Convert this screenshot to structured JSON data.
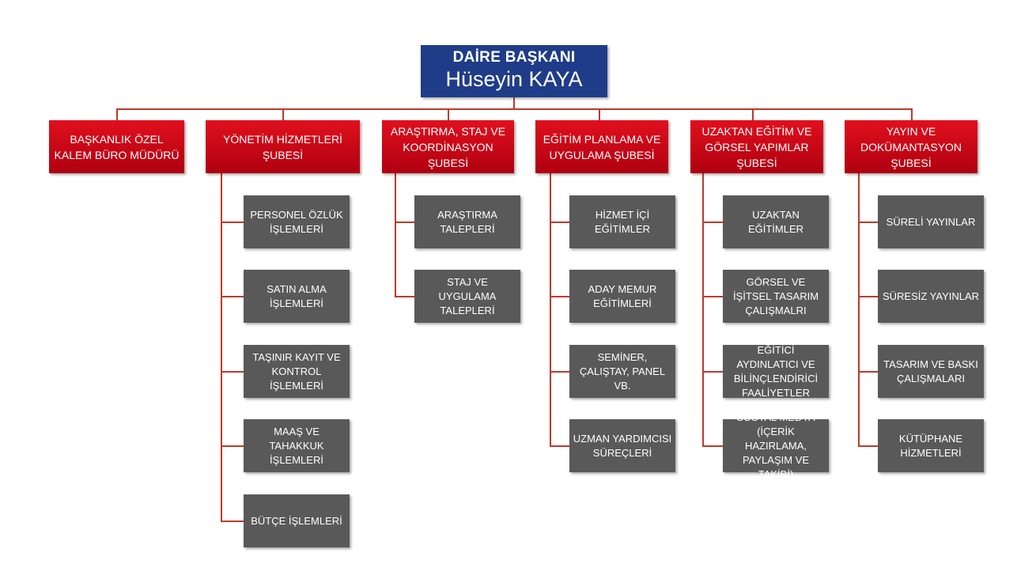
{
  "head": {
    "role": "DAİRE BAŞKANI",
    "name": "Hüseyin KAYA"
  },
  "departments": [
    {
      "label": "BAŞKANLIK ÖZEL KALEM BÜRO MÜDÜRÜ",
      "units": []
    },
    {
      "label": "YÖNETİM HİZMETLERİ ŞUBESİ",
      "units": [
        "PERSONEL ÖZLÜK İŞLEMLERİ",
        "SATIN ALMA İŞLEMLERİ",
        "TAŞINIR KAYIT VE KONTROL İŞLEMLERİ",
        "MAAŞ VE TAHAKKUK İŞLEMLERİ",
        "BÜTÇE İŞLEMLERİ"
      ]
    },
    {
      "label": "ARAŞTIRMA, STAJ VE KOORDİNASYON ŞUBESİ",
      "units": [
        "ARAŞTIRMA TALEPLERİ",
        "STAJ VE UYGULAMA TALEPLERİ"
      ]
    },
    {
      "label": "EĞİTİM PLANLAMA VE UYGULAMA ŞUBESİ",
      "units": [
        "HİZMET İÇİ EĞİTİMLER",
        "ADAY MEMUR EĞİTİMLERİ",
        "SEMİNER, ÇALIŞTAY, PANEL VB.",
        "UZMAN YARDIMCISI SÜREÇLERİ"
      ]
    },
    {
      "label": "UZAKTAN EĞİTİM VE GÖRSEL YAPIMLAR ŞUBESİ",
      "units": [
        "UZAKTAN EĞİTİMLER",
        "GÖRSEL VE İŞİTSEL TASARIM ÇALIŞMALRI",
        "EĞİTİCİ AYDINLATICI VE BİLİNÇLENDİRİCİ FAALİYETLER",
        "SOSYAL MEDYA (İÇERİK HAZIRLAMA, PAYLAŞIM VE TAKİBİ)"
      ]
    },
    {
      "label": "YAYIN VE DOKÜMANTASYON ŞUBESİ",
      "units": [
        "SÜRELİ YAYINLAR",
        "SÜRESİZ YAYINLAR",
        "TASARIM VE BASKI ÇALIŞMALARI",
        "KÜTÜPHANE HİZMETLERİ"
      ]
    }
  ],
  "colors": {
    "head": "#1f3c88",
    "department": "#c8101c",
    "unit": "#595959",
    "connector": "#c0392b"
  }
}
